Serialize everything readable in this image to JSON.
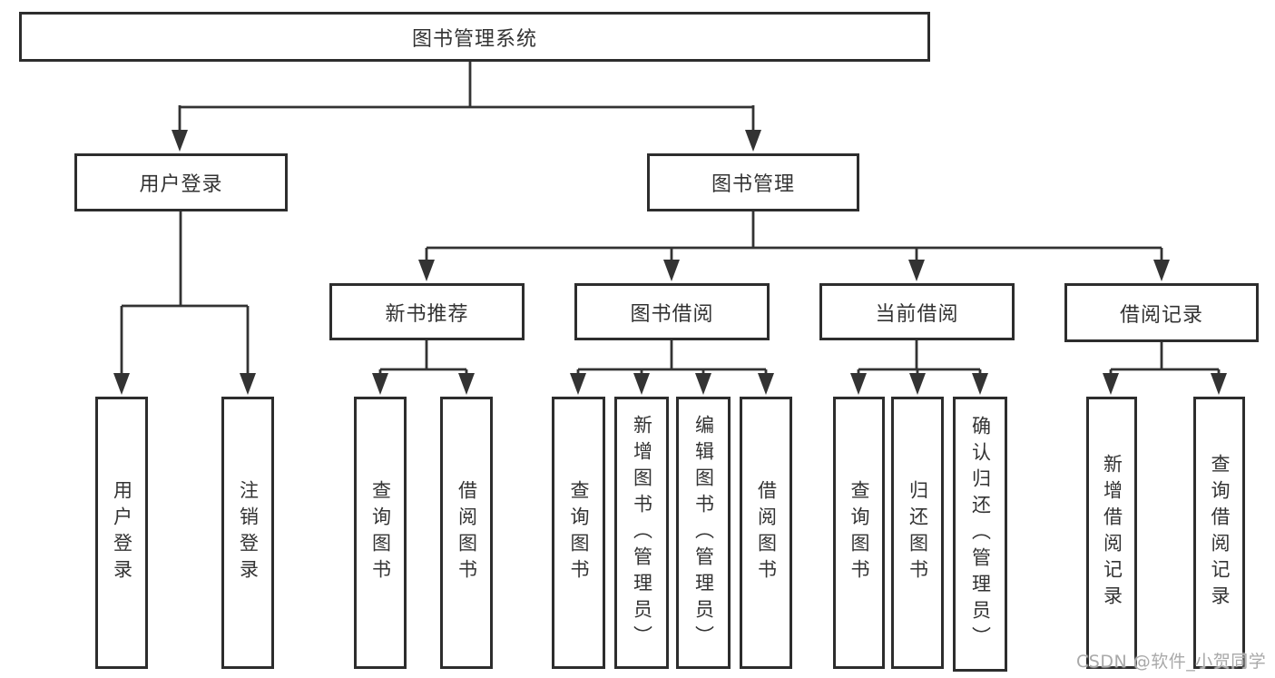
{
  "diagram_title": "图书管理系统",
  "root": {
    "label": "图书管理系统"
  },
  "level2": [
    {
      "id": "user-login",
      "label": "用户登录"
    },
    {
      "id": "book-management",
      "label": "图书管理"
    }
  ],
  "level3": [
    {
      "id": "new-book-recommend",
      "label": "新书推荐"
    },
    {
      "id": "book-borrowing",
      "label": "图书借阅"
    },
    {
      "id": "current-borrowing",
      "label": "当前借阅"
    },
    {
      "id": "borrowing-records",
      "label": "借阅记录"
    }
  ],
  "leaves": {
    "user_login": [
      "用户登录",
      "注销登录"
    ],
    "new_book_recommend": [
      "查询图书",
      "借阅图书"
    ],
    "book_borrowing": [
      "查询图书",
      "新增图书（管理员）",
      "编辑图书（管理员）",
      "借阅图书"
    ],
    "current_borrowing": [
      "查询图书",
      "归还图书",
      "确认归还（管理员）"
    ],
    "borrowing_records": [
      "新增借阅记录",
      "查询借阅记录"
    ]
  },
  "watermark": "CSDN @软件_小贺同学",
  "colors": {
    "line": "#333333",
    "box_border": "#2d2d2d",
    "box_fill": "#ffffff",
    "text": "#333333",
    "watermark": "#a9a9a9"
  }
}
